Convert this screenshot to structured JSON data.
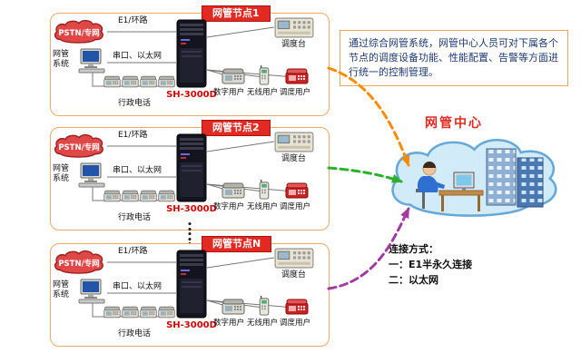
{
  "nodes": [
    {
      "title": "网管节点1"
    },
    {
      "title": "网管节点2"
    },
    {
      "title": "网管节点N"
    }
  ],
  "labels": {
    "pstn": "PSTN/专网",
    "e1": "E1/环路",
    "nms": "网管系统",
    "serial": "串口、以太网",
    "server_model": "SH-3000D",
    "dispatch_console": "调度台",
    "digital_user": "数字用户",
    "wireless_user": "无线用户",
    "dispatch_user": "调度用户",
    "admin_phone": "行政电话"
  },
  "center": {
    "description": "通过综合网管系统，网管中心人员可对下属各个节点的调度设备功能、性能配置、告警等方面进行统一的控制管理。",
    "title": "网管中心",
    "connection_heading": "连接方式：",
    "connection_method1": "一：E1半永久连接",
    "connection_method2": "二：以太网"
  },
  "separator_dots": "•\n•\n•\n•\n•",
  "colors": {
    "node_border": "#f0a868",
    "banner_red": "#e32a22",
    "server_label_red": "#d40000",
    "center_title_red": "#e32a22",
    "description_text": "#1f3a70",
    "pstn_cloud": "#e04848",
    "center_cloud": "#d2ebf8",
    "arrow_node1": "#ff8a00",
    "arrow_node2": "#2db02d",
    "arrow_nodeN": "#a23aa2"
  }
}
